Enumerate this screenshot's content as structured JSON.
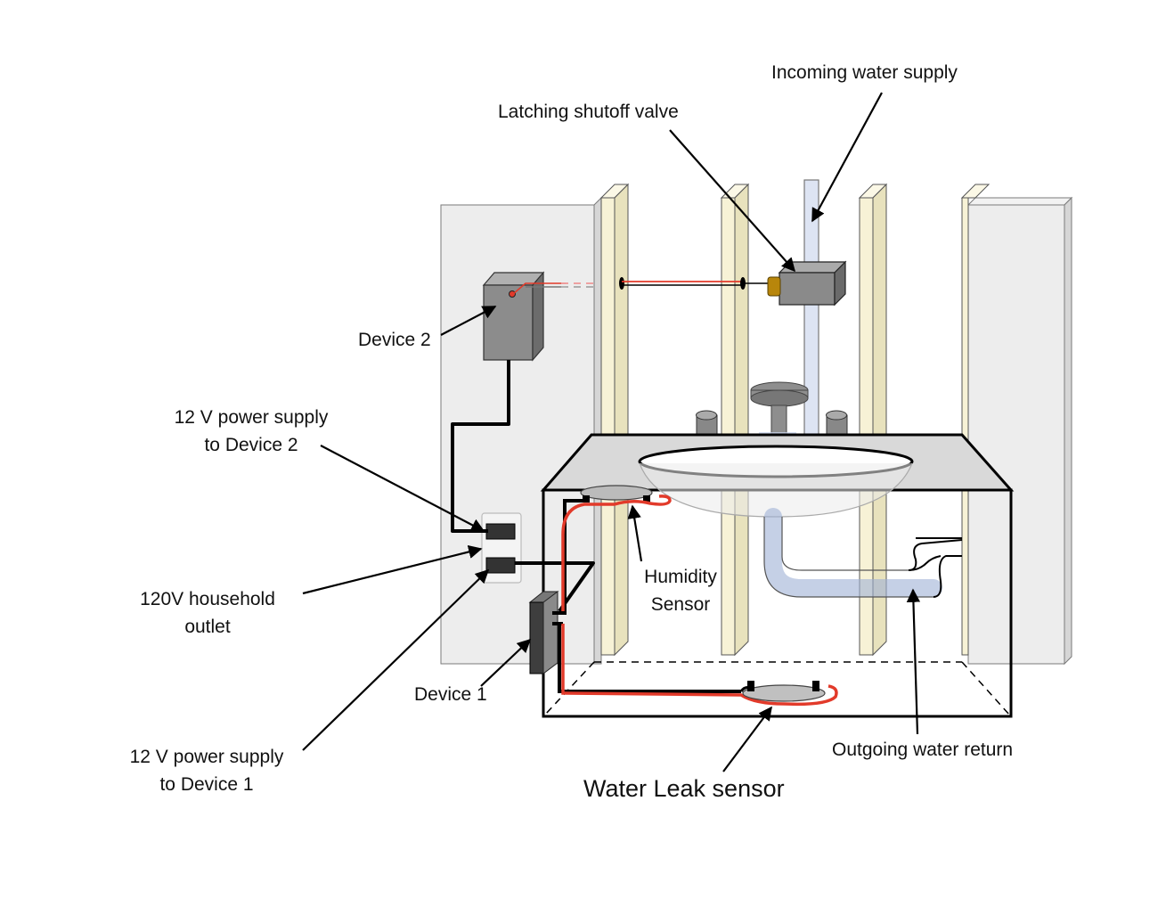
{
  "labels": {
    "incoming_water_supply": "Incoming water supply",
    "latching_shutoff_valve": "Latching shutoff valve",
    "device_2": "Device 2",
    "power_supply_device_2_line1": "12 V power supply",
    "power_supply_device_2_line2": "to Device 2",
    "humidity_sensor_line1": "Humidity",
    "humidity_sensor_line2": "Sensor",
    "household_outlet_line1": "120V household",
    "household_outlet_line2": "outlet",
    "device_1": "Device 1",
    "power_supply_device_1_line1": "12 V power supply",
    "power_supply_device_1_line2": "to Device 1",
    "outgoing_water_return": "Outgoing water return",
    "water_leak_sensor": "Water Leak sensor"
  },
  "colors": {
    "wire_signal": "#e23a2a",
    "wire_power": "#000000",
    "wall_panel": "#ededed",
    "stud": "#f7f2d6",
    "countertop": "#d9d9d9",
    "device_box": "#8c8c8c",
    "pipe": "#c9d6ee",
    "valve_knob": "#b8860b"
  }
}
